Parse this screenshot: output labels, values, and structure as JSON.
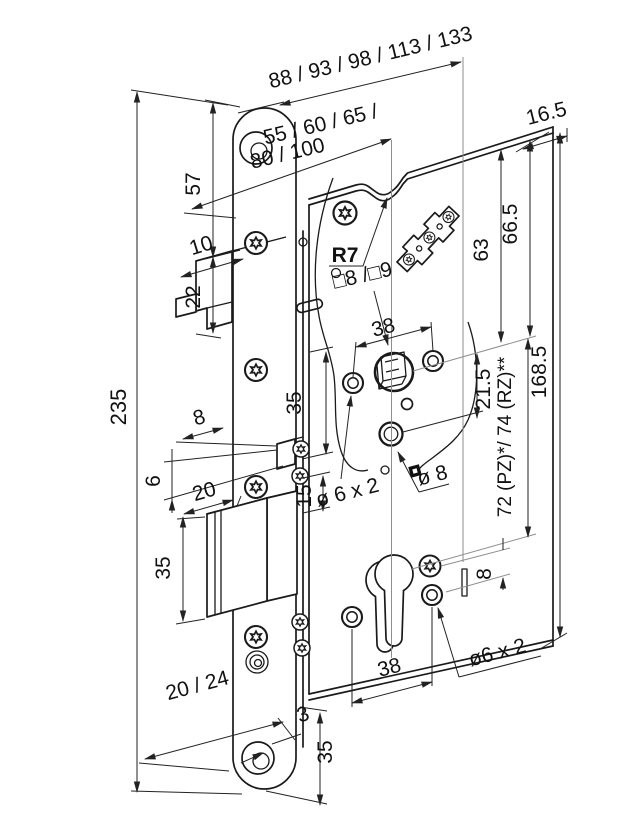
{
  "drawing": {
    "type": "technical-drawing",
    "subject": "mortise-lock-case-dimensions",
    "logo": "R7",
    "dimensions": {
      "overall_depth": "88 / 93 / 98 / 113 / 133",
      "backset_line1": "55 / 60 / 65 /",
      "backset_line2": "80 / 100",
      "top_offset": "16.5",
      "faceplate_top_to_latch": "57",
      "latch_protrusion": "10",
      "latch_height": "22",
      "faceplate_length": "235",
      "case_top_to_hub": "63",
      "case_top_to_hub_outer": "66.5",
      "case_length": "168.5",
      "fixing_hole_spacing_top": "38",
      "spindle_square": "□8 /□9",
      "hub_offset": "21.5",
      "slot_height": "35",
      "aux_bolt_protrusion": "8",
      "aux_bolt_height": "6",
      "deadbolt_throw": "20",
      "screw_spacing": "15",
      "deadbolt_height": "35",
      "fixing_holes_mid": "ø 6 x 2",
      "center_hole": "ø 8",
      "hub_to_cylinder": "72 (PZ)*/ 74 (RZ)**",
      "cylinder_hole_offset": "8",
      "faceplate_width": "20 / 24",
      "faceplate_thickness": "3",
      "case_bottom_margin": "35",
      "fixing_hole_spacing_bottom": "38",
      "fixing_holes_bottom": "ø6 x 2"
    }
  }
}
